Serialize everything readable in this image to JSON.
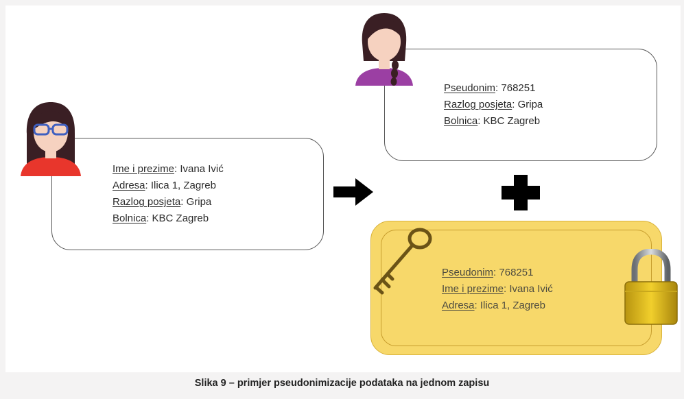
{
  "original_record": {
    "rows": [
      {
        "label": "Ime i prezime",
        "value": ": Ivana Ivić"
      },
      {
        "label": "Adresa",
        "value": ": Ilica 1, Zagreb"
      },
      {
        "label": "Razlog posjeta",
        "value": ": Gripa"
      },
      {
        "label": "Bolnica",
        "value": ": KBC Zagreb"
      }
    ]
  },
  "pseudonymized_record": {
    "rows": [
      {
        "label": "Pseudonim",
        "value": ": 768251"
      },
      {
        "label": "Razlog posjeta",
        "value": ": Gripa"
      },
      {
        "label": "Bolnica",
        "value": ": KBC Zagreb"
      }
    ]
  },
  "key_record": {
    "rows": [
      {
        "label": "Pseudonim",
        "value": ": 768251"
      },
      {
        "label": "Ime i prezime",
        "value": ": Ivana Ivić"
      },
      {
        "label": "Adresa",
        "value": ": Ilica 1, Zagreb"
      }
    ]
  },
  "caption": "Slika 9 – primjer pseudonimizacije podataka na jednom zapisu",
  "icons": {
    "person_glasses": "woman-with-glasses-icon",
    "person_braid": "woman-with-braid-icon",
    "arrow": "right-arrow-icon",
    "plus": "plus-icon",
    "key": "key-icon",
    "lock": "padlock-icon"
  },
  "colors": {
    "key_card_fill": "#f7d86a",
    "key_card_border": "#d9b23a",
    "person1_shirt": "#e8362c",
    "person2_shirt": "#9b3fa3",
    "hair": "#3a1f24",
    "skin": "#f6d2c0"
  }
}
